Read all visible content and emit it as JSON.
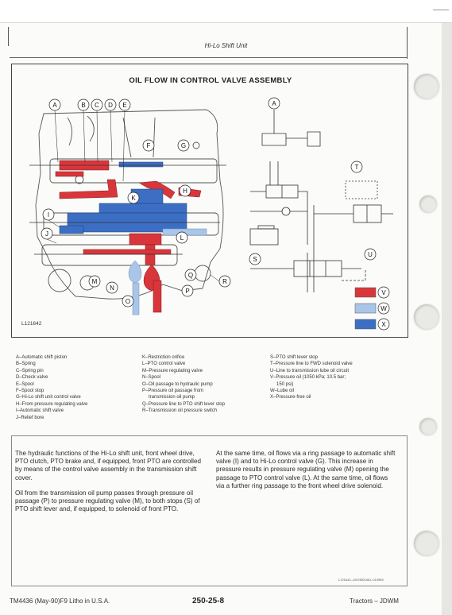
{
  "header": {
    "running_title": "Hi-Lo Shift Unit"
  },
  "figure": {
    "title": "OIL FLOW IN CONTROL VALVE ASSEMBLY",
    "figure_id": "L121642",
    "callouts_main": [
      "A",
      "B",
      "C",
      "D",
      "E",
      "F",
      "G",
      "H",
      "I",
      "J",
      "K",
      "L",
      "M",
      "N",
      "O",
      "P",
      "Q",
      "R"
    ],
    "callouts_schematic": [
      "A",
      "T",
      "S",
      "U"
    ],
    "color_key": [
      {
        "letter": "V",
        "color": "#d9363b"
      },
      {
        "letter": "W",
        "color": "#a9c6e8"
      },
      {
        "letter": "X",
        "color": "#3c6fc4"
      }
    ]
  },
  "legend": {
    "col1": [
      "A–Automatic shift piston",
      "B–Spring",
      "C–Spring pin",
      "D–Check valve",
      "E–Spool",
      "F–Spool stop",
      "G–Hi-Lo shift unit control valve",
      "H–From pressure regulating valve",
      "I–Automatic shift valve",
      "J–Relief bore"
    ],
    "col2": [
      "K–Restriction orifice",
      "L–PTO control valve",
      "M–Pressure regulating valve",
      "N–Spool",
      "O–Oil passage to hydraulic pump",
      "P–Pressure oil passage from",
      "transmission oil pump",
      "Q–Pressure line to PTO shift lever stop",
      "R–Transmission oil pressure switch"
    ],
    "col3": [
      "S–PTO shift lever stop",
      "T–Pressure line to FWD solenoid valve",
      "U–Line to transmission lube oil circuit",
      "V–Pressure oil (1050 kPa; 10.5 bar;",
      "150 psi)",
      "W–Lube oil",
      "X–Pressure-free oil"
    ]
  },
  "body": {
    "left": [
      "The hydraulic functions of the Hi-Lo shift unit, front wheel drive, PTO clutch, PTO brake and, if equipped, front PTO are controlled by means of the control valve assembly in the transmission shift cover.",
      "Oil from the transmission oil pump passes through pressure oil passage (P) to pressure regulating valve (M), to both stops (S) of PTO shift lever and, if equipped, to solenoid of front PTO."
    ],
    "right": [
      "At the same time, oil flows via a ring passage to automatic shift valve (I) and to Hi-Lo control valve (G). This increase in pressure results in pressure regulating valve (M) opening the passage to PTO control valve (L). At the same time, oil flows via a further ring passage to the front wheel drive solenoid."
    ]
  },
  "footnote": "L121642–L0025020AD–010989",
  "footer": {
    "left": "TM4436 (May-90)F9 Litho in U.S.A.",
    "center": "250-25-8",
    "right": "Tractors – JDWM"
  }
}
